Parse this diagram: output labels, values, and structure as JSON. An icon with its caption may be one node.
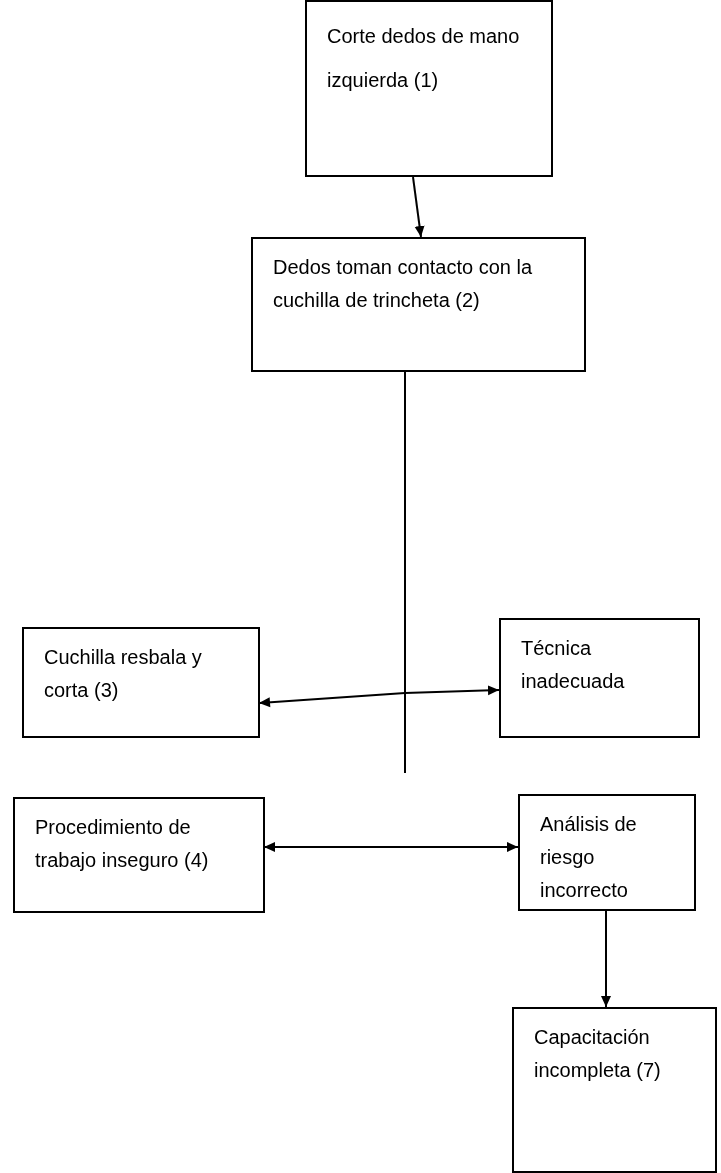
{
  "diagram": {
    "nodes": [
      {
        "text": [
          "Corte dedos de mano izquierda (1)"
        ]
      },
      {
        "text": [
          "Dedos toman contacto con la cuchilla de trincheta (2)"
        ]
      },
      {
        "text": [
          "Cuchilla resbala y corta (3)"
        ]
      },
      {
        "text": [
          "Técnica inadecuada"
        ]
      },
      {
        "text": [
          "Procedimiento de trabajo inseguro (4)"
        ]
      },
      {
        "text": [
          "Análisis de riesgo incorrecto"
        ]
      },
      {
        "text": [
          "Capacitación incompleta (7)"
        ]
      }
    ],
    "edges": [
      {
        "from": 0,
        "to": 1,
        "arrow": "to"
      },
      {
        "from": 1,
        "to": null,
        "arrow": "none"
      },
      {
        "from": 2,
        "to": 3,
        "arrow": "both"
      },
      {
        "from": 4,
        "to": 5,
        "arrow": "both"
      },
      {
        "from": 5,
        "to": 6,
        "arrow": "to"
      }
    ]
  }
}
